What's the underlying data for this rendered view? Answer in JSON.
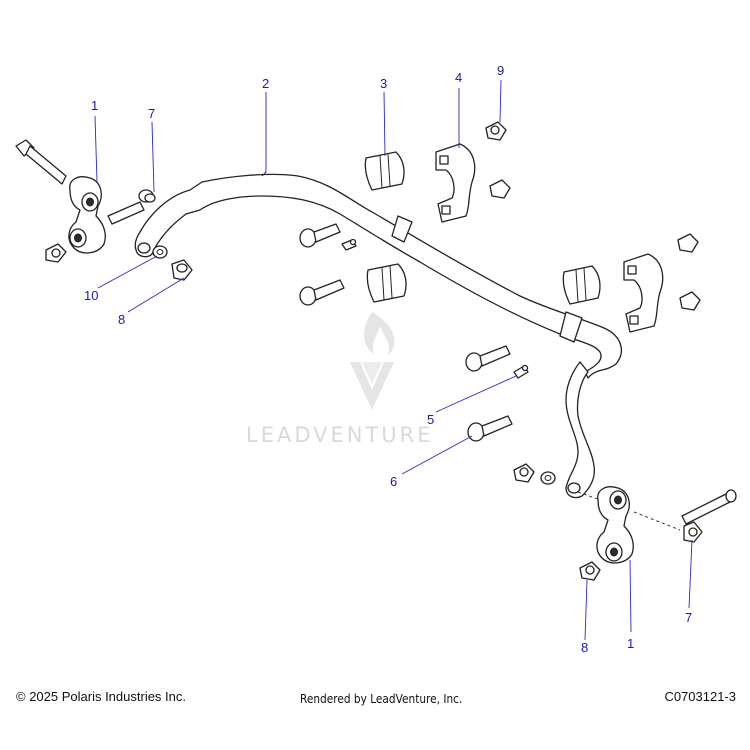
{
  "watermark": {
    "text": "LEADVENTURE",
    "color": "#d9d9d9"
  },
  "callouts": [
    {
      "id": "c1a",
      "label": "1"
    },
    {
      "id": "c7a",
      "label": "7"
    },
    {
      "id": "c2",
      "label": "2"
    },
    {
      "id": "c3",
      "label": "3"
    },
    {
      "id": "c4",
      "label": "4"
    },
    {
      "id": "c9",
      "label": "9"
    },
    {
      "id": "c10",
      "label": "10"
    },
    {
      "id": "c8a",
      "label": "8"
    },
    {
      "id": "c5",
      "label": "5"
    },
    {
      "id": "c6",
      "label": "6"
    },
    {
      "id": "c7b",
      "label": "7"
    },
    {
      "id": "c8b",
      "label": "8"
    },
    {
      "id": "c1b",
      "label": "1"
    }
  ],
  "footer": {
    "copyright": "© 2025 Polaris Industries Inc.",
    "rendered_by": "Rendered by LeadVenture, Inc.",
    "diagram_code": "C0703121-3"
  },
  "colors": {
    "callout": "#1a1aa6",
    "line": "#222222"
  }
}
